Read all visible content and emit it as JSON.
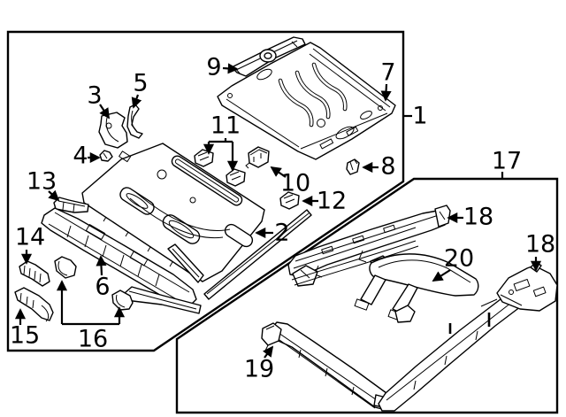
{
  "figure": {
    "background": "#ffffff",
    "line_color": "#000000",
    "label_color": "#000000",
    "callouts": [
      {
        "label": "1"
      },
      {
        "label": "2"
      },
      {
        "label": "3"
      },
      {
        "label": "4"
      },
      {
        "label": "5"
      },
      {
        "label": "6"
      },
      {
        "label": "7"
      },
      {
        "label": "8"
      },
      {
        "label": "9"
      },
      {
        "label": "10"
      },
      {
        "label": "11"
      },
      {
        "label": "12"
      },
      {
        "label": "13"
      },
      {
        "label": "14"
      },
      {
        "label": "15"
      },
      {
        "label": "16"
      },
      {
        "label": "17"
      },
      {
        "label": "18"
      },
      {
        "label": "18"
      },
      {
        "label": "19"
      },
      {
        "label": "20"
      }
    ]
  }
}
